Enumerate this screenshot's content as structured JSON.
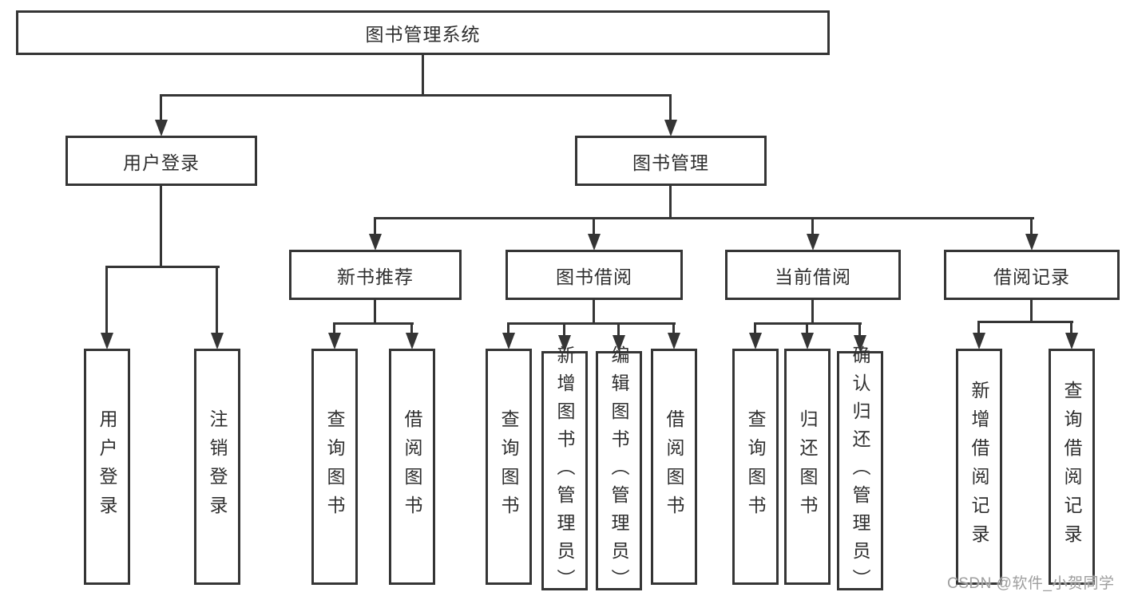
{
  "colors": {
    "line": "#353535",
    "node_border": "#353535",
    "node_text": "#2f2f2f",
    "background": "#ffffff",
    "watermark_gray": "#9e9e9e"
  },
  "diagram": {
    "root": {
      "label": "图书管理系统"
    },
    "level2": [
      {
        "label": "用户登录"
      },
      {
        "label": "图书管理"
      }
    ],
    "level3": [
      {
        "label": "新书推荐",
        "parent": "图书管理"
      },
      {
        "label": "图书借阅",
        "parent": "图书管理"
      },
      {
        "label": "当前借阅",
        "parent": "图书管理"
      },
      {
        "label": "借阅记录",
        "parent": "图书管理"
      }
    ],
    "leaves": [
      {
        "label": "用户登录",
        "parent": "用户登录"
      },
      {
        "label": "注销登录",
        "parent": "用户登录"
      },
      {
        "label": "查询图书",
        "parent": "新书推荐"
      },
      {
        "label": "借阅图书",
        "parent": "新书推荐"
      },
      {
        "label": "查询图书",
        "parent": "图书借阅"
      },
      {
        "label": "新增图书（管理员）",
        "parent": "图书借阅"
      },
      {
        "label": "编辑图书（管理员）",
        "parent": "图书借阅"
      },
      {
        "label": "借阅图书",
        "parent": "图书借阅"
      },
      {
        "label": "查询图书",
        "parent": "当前借阅"
      },
      {
        "label": "归还图书",
        "parent": "当前借阅"
      },
      {
        "label": "确认归还（管理员）",
        "parent": "当前借阅"
      },
      {
        "label": "新增借阅记录",
        "parent": "借阅记录"
      },
      {
        "label": "查询借阅记录",
        "parent": "借阅记录"
      }
    ]
  },
  "watermark": {
    "text": "CSDN @软件_小贺同学"
  }
}
